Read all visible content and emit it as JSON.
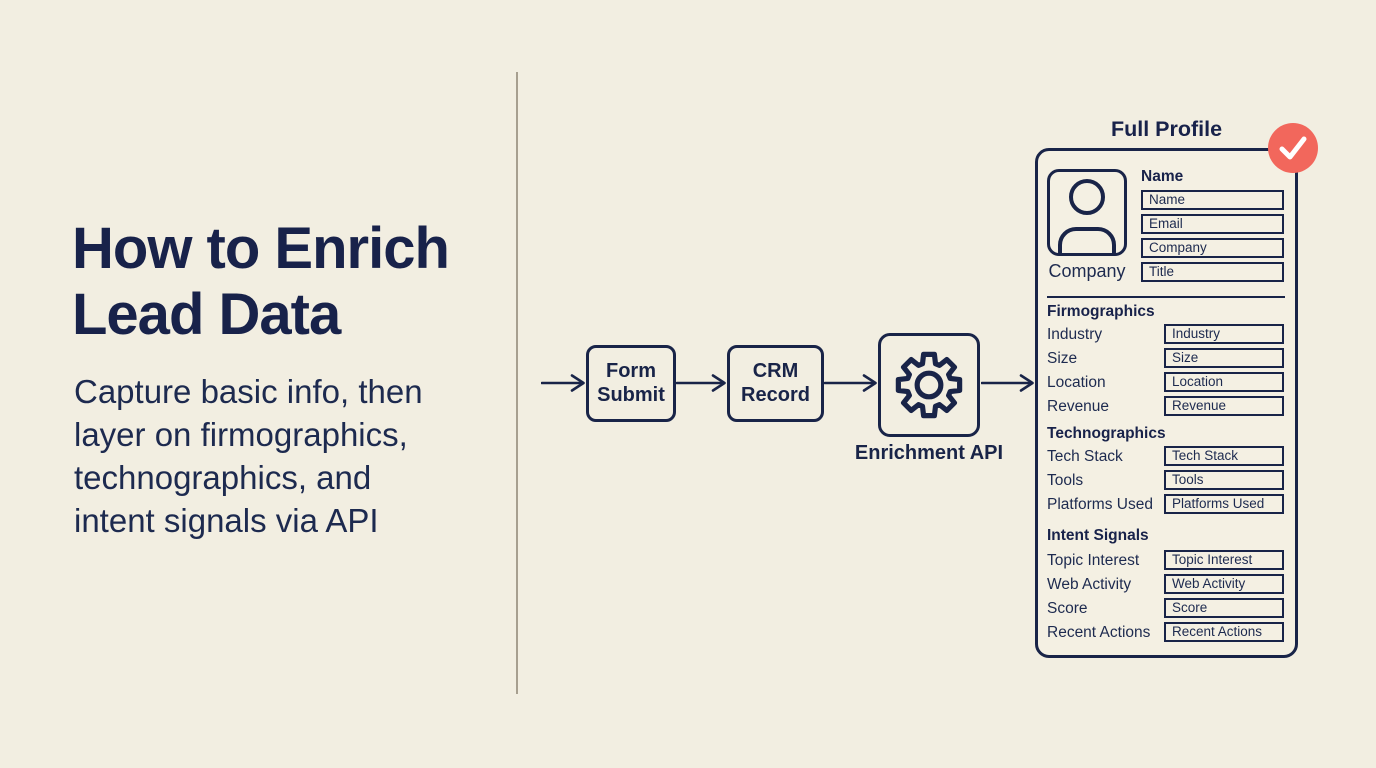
{
  "colors": {
    "background": "#f2eee1",
    "navy": "#192448",
    "coral": "#f2675c",
    "divider_gray": "#a79f8f",
    "check_white": "#ffffff"
  },
  "left_panel": {
    "title_lines": [
      "How to Enrich",
      "Lead Data"
    ],
    "subtitle_lines": [
      "Capture basic info, then",
      "layer on firmographics,",
      "technographics, and",
      "intent signals via API"
    ]
  },
  "flow": {
    "node1_label": "Form Submit",
    "node2_label": "CRM Record",
    "node3_label": "Enrichment API",
    "node3_icon": "gear-icon"
  },
  "profile_card": {
    "title": "Full Profile",
    "badge_icon": "check-icon",
    "avatar_icon": "person-icon",
    "avatar_caption": "Company",
    "contact_header": "Name",
    "contact_fields": [
      "Name",
      "Email",
      "Company",
      "Title"
    ],
    "sections": [
      {
        "header": "Firmographics",
        "rows": [
          {
            "label": "Industry",
            "field": "Industry"
          },
          {
            "label": "Size",
            "field": "Size"
          },
          {
            "label": "Location",
            "field": "Location"
          },
          {
            "label": "Revenue",
            "field": "Revenue"
          }
        ]
      },
      {
        "header": "Technographics",
        "rows": [
          {
            "label": "Tech Stack",
            "field": "Tech Stack"
          },
          {
            "label": "Tools",
            "field": "Tools"
          },
          {
            "label": "Platforms Used",
            "field": "Platforms Used"
          }
        ]
      },
      {
        "header": "Intent Signals",
        "rows": [
          {
            "label": "Topic Interest",
            "field": "Topic Interest"
          },
          {
            "label": "Web Activity",
            "field": "Web Activity"
          },
          {
            "label": "Score",
            "field": "Score"
          },
          {
            "label": "Recent Actions",
            "field": "Recent Actions"
          }
        ]
      }
    ]
  }
}
